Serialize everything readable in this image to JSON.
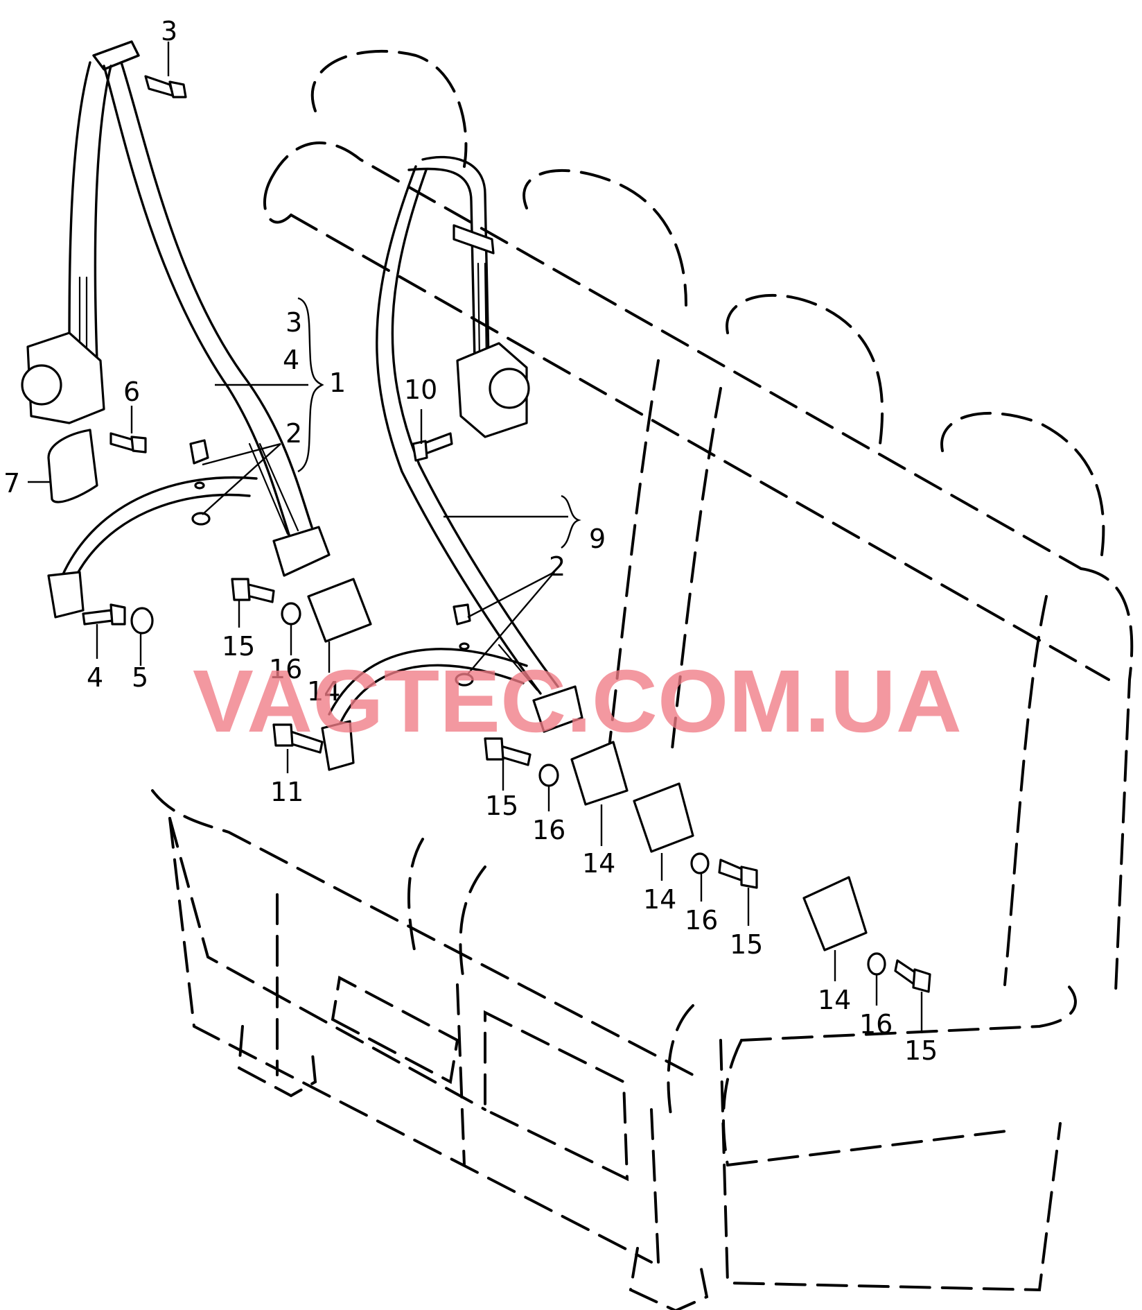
{
  "diagram": {
    "watermark": "VAGTEC.COM.UA",
    "callouts": [
      {
        "id": "c3a",
        "text": "3"
      },
      {
        "id": "c3b",
        "text": "3"
      },
      {
        "id": "c4a",
        "text": "4"
      },
      {
        "id": "c1",
        "text": "1"
      },
      {
        "id": "c6",
        "text": "6"
      },
      {
        "id": "c2a",
        "text": "2"
      },
      {
        "id": "c7",
        "text": "7"
      },
      {
        "id": "c10",
        "text": "10"
      },
      {
        "id": "c9",
        "text": "9"
      },
      {
        "id": "c2b",
        "text": "2"
      },
      {
        "id": "c15a",
        "text": "15"
      },
      {
        "id": "c16a",
        "text": "16"
      },
      {
        "id": "c14a",
        "text": "14"
      },
      {
        "id": "c4b",
        "text": "4"
      },
      {
        "id": "c5",
        "text": "5"
      },
      {
        "id": "c11",
        "text": "11"
      },
      {
        "id": "c15b",
        "text": "15"
      },
      {
        "id": "c16b",
        "text": "16"
      },
      {
        "id": "c14b",
        "text": "14"
      },
      {
        "id": "c14c",
        "text": "14"
      },
      {
        "id": "c16c",
        "text": "16"
      },
      {
        "id": "c15c",
        "text": "15"
      },
      {
        "id": "c14d",
        "text": "14"
      },
      {
        "id": "c16d",
        "text": "16"
      },
      {
        "id": "c15d",
        "text": "15"
      }
    ]
  }
}
